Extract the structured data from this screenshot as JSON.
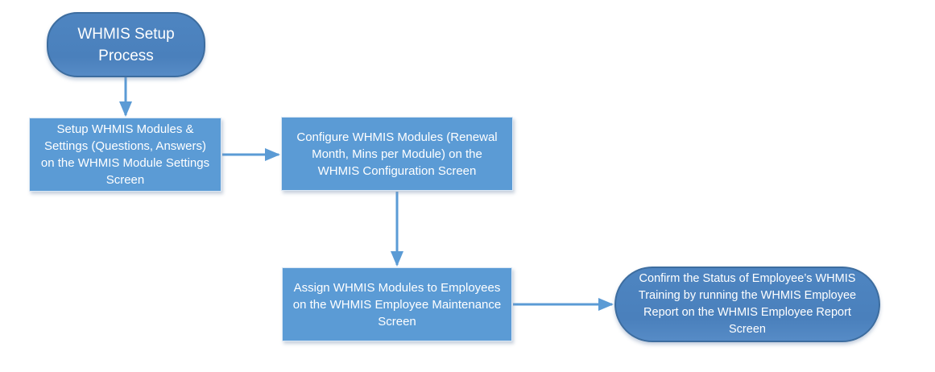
{
  "diagram": {
    "type": "flowchart",
    "colors": {
      "terminator_fill": "#4a80bc",
      "terminator_border": "#3d6d9f",
      "process_fill": "#5b9bd5",
      "process_border": "#dbe8f5",
      "arrow": "#5b9bd5",
      "text": "#ffffff",
      "background": "#ffffff"
    },
    "nodes": [
      {
        "id": "start",
        "shape": "terminator",
        "label": "WHMIS Setup\nProcess"
      },
      {
        "id": "setup",
        "shape": "process",
        "label": "Setup WHMIS Modules &\nSettings (Questions, Answers)\non the WHMIS Module Settings\nScreen"
      },
      {
        "id": "configure",
        "shape": "process",
        "label": "Configure WHMIS Modules (Renewal\nMonth, Mins per Module) on the\nWHMIS Configuration Screen"
      },
      {
        "id": "assign",
        "shape": "process",
        "label": "Assign WHMIS Modules to Employees\non the WHMIS Employee Maintenance\nScreen"
      },
      {
        "id": "confirm",
        "shape": "terminator",
        "label": "Confirm the Status of Employee’s WHMIS\nTraining by running the WHMIS Employee\nReport on the WHMIS Employee Report\nScreen"
      }
    ],
    "edges": [
      {
        "from": "start",
        "to": "setup",
        "direction": "down"
      },
      {
        "from": "setup",
        "to": "configure",
        "direction": "right"
      },
      {
        "from": "configure",
        "to": "assign",
        "direction": "down"
      },
      {
        "from": "assign",
        "to": "confirm",
        "direction": "right"
      }
    ]
  }
}
